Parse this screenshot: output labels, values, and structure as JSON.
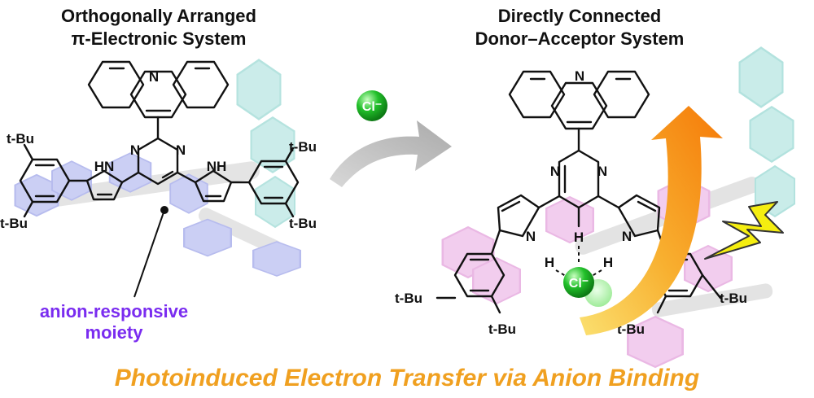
{
  "left": {
    "title_line1": "Orthogonally Arranged",
    "title_line2": "π-Electronic System",
    "annotation_line1": "anion-responsive",
    "annotation_line2": "moiety",
    "tbu": "t-Bu",
    "atom_N": "N",
    "atom_HN": "HN",
    "atom_NH": "NH"
  },
  "right": {
    "title_line1": "Directly Connected",
    "title_line2": "Donor–Acceptor System",
    "tbu": "t-Bu",
    "atom_N": "N",
    "atom_H": "H"
  },
  "anion_label": "Cl⁻",
  "bottom_caption": "Photoinduced Electron Transfer via Anion Binding",
  "colors": {
    "caption": "#f0a020",
    "annotation": "#7a2cf0",
    "anion_sphere": "#22c02a",
    "arrow_gray": "#b8b8b8",
    "arrow_orange": "#f58a10",
    "arrow_yellow": "#f8c820",
    "lightning": "#f5ee10",
    "blue_hex": "#c9cdf4",
    "cyan_hex": "#c9ece9",
    "pink_hex": "#f2cdee"
  }
}
